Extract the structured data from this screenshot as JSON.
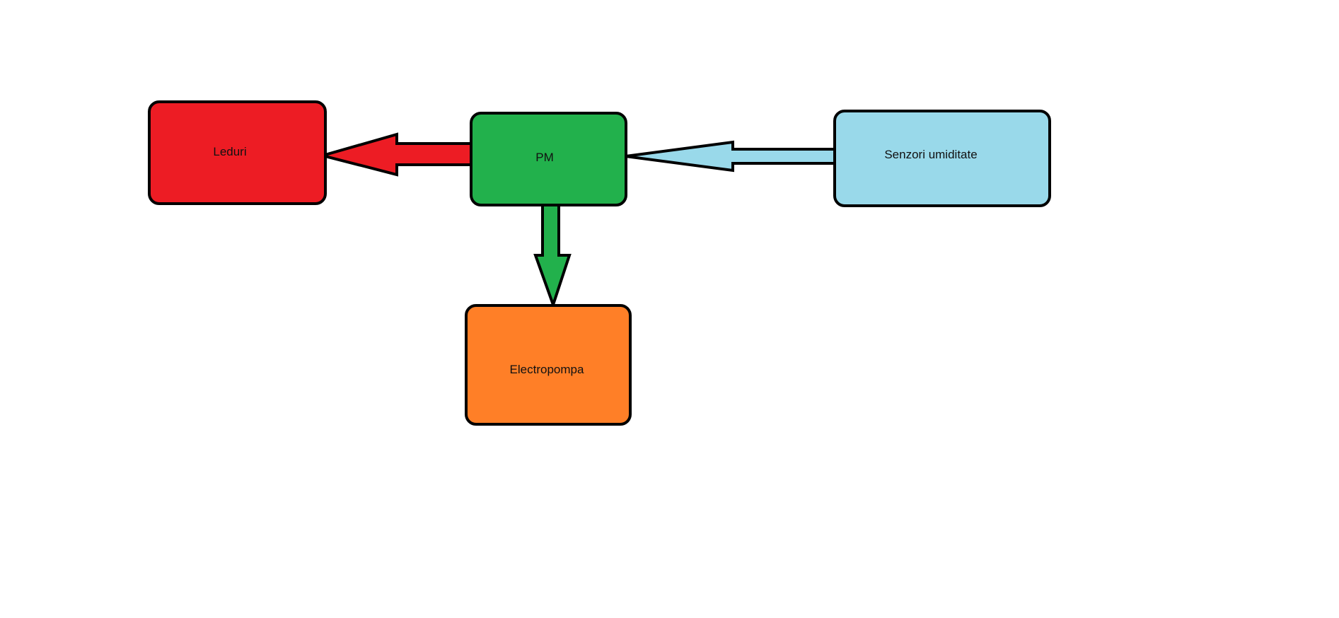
{
  "diagram": {
    "nodes": {
      "leduri": {
        "label": "Leduri",
        "color": "#ed1c24"
      },
      "pm": {
        "label": "PM",
        "color": "#22b14c"
      },
      "senzori": {
        "label": "Senzori umiditate",
        "color": "#99d9ea"
      },
      "electropompa": {
        "label": "Electropompa",
        "color": "#ff7f27"
      }
    },
    "edges": [
      {
        "from": "pm",
        "to": "leduri",
        "color": "#ed1c24"
      },
      {
        "from": "senzori",
        "to": "pm",
        "color": "#99d9ea"
      },
      {
        "from": "pm",
        "to": "electropompa",
        "color": "#22b14c"
      }
    ],
    "outline_color": "#000000"
  }
}
